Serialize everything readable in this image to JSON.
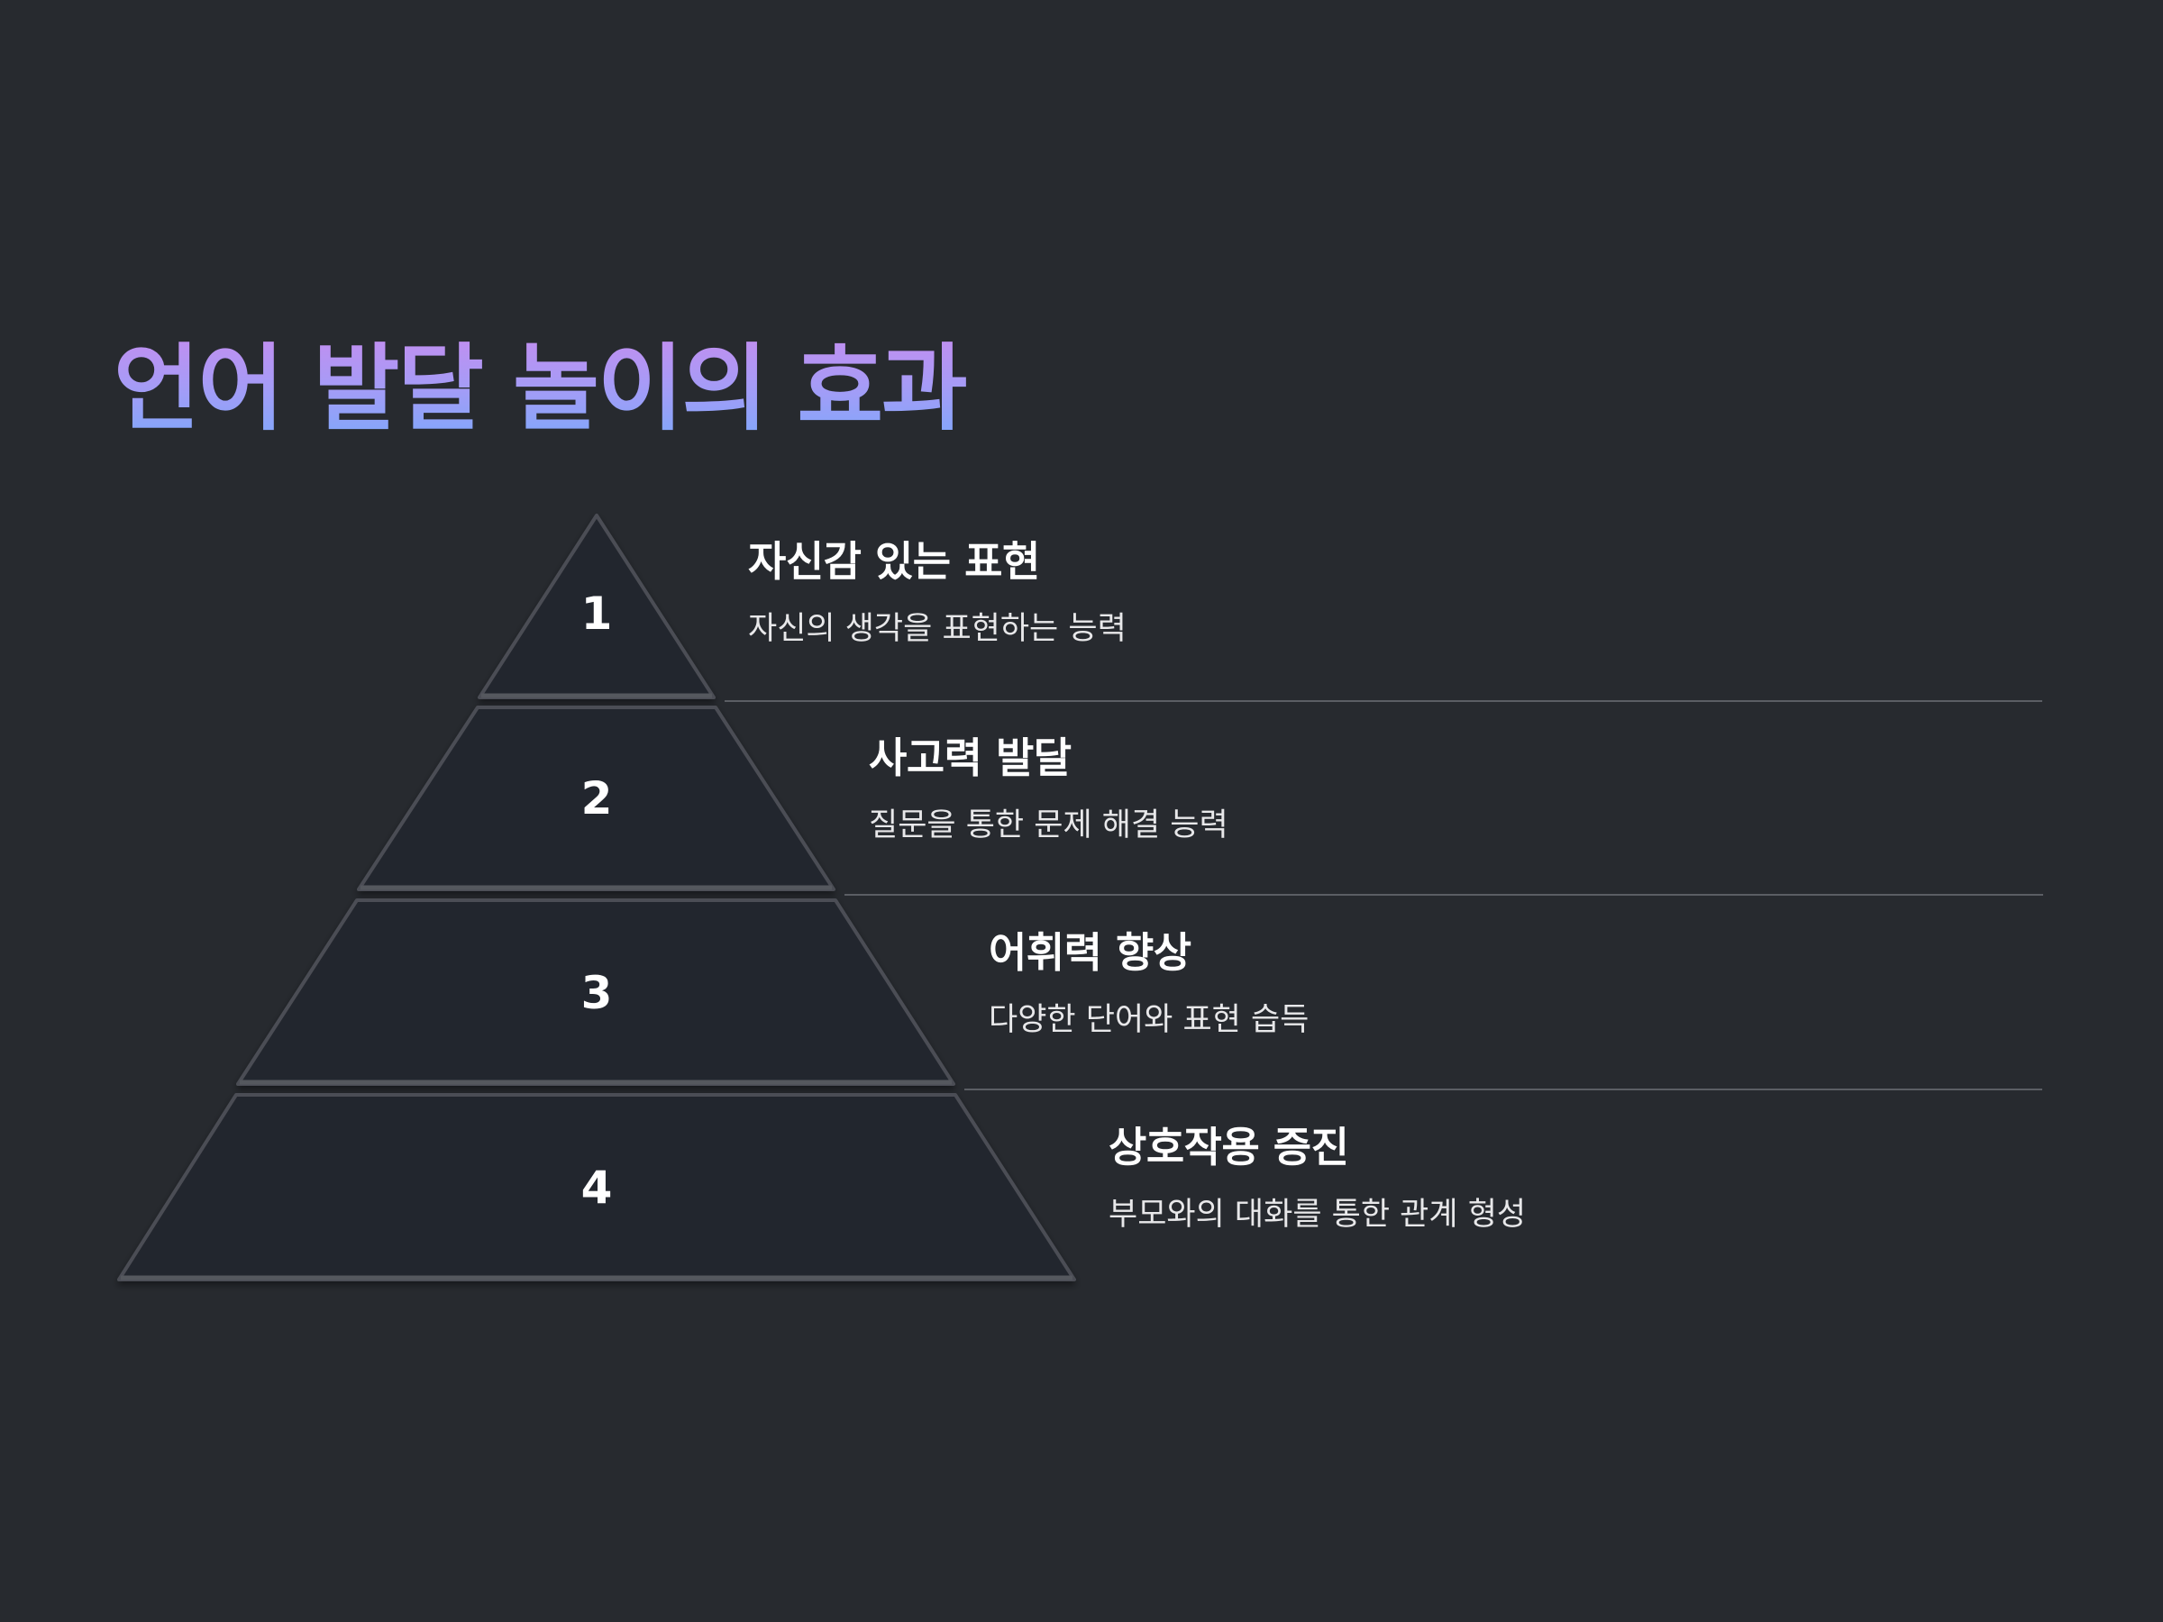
{
  "title": "언어 발달 놀이의 효과",
  "colors": {
    "background": "#272a2f",
    "tier_fill": "#24272e",
    "tier_edge": "#4b4e54",
    "divider": "#5b5e64",
    "title_gradient": [
      "#c28ef0",
      "#7ea8fb"
    ]
  },
  "tiers": [
    {
      "number": "1",
      "heading": "자신감 있는 표현",
      "description": "자신의 생각을 표현하는 능력"
    },
    {
      "number": "2",
      "heading": "사고력 발달",
      "description": "질문을 통한 문제 해결 능력"
    },
    {
      "number": "3",
      "heading": "어휘력 향상",
      "description": "다양한 단어와 표현 습득"
    },
    {
      "number": "4",
      "heading": "상호작용 증진",
      "description": "부모와의 대화를 통한 관계 형성"
    }
  ]
}
